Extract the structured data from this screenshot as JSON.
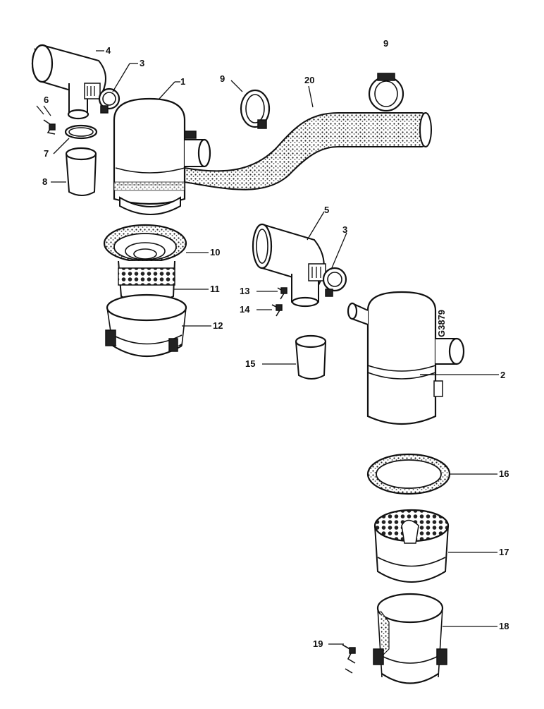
{
  "drawing": {
    "code": "G3879",
    "labels": [
      {
        "id": "1",
        "text": "1"
      },
      {
        "id": "2",
        "text": "2"
      },
      {
        "id": "3a",
        "text": "3"
      },
      {
        "id": "3b",
        "text": "3"
      },
      {
        "id": "4",
        "text": "4"
      },
      {
        "id": "5",
        "text": "5"
      },
      {
        "id": "6",
        "text": "6"
      },
      {
        "id": "7",
        "text": "7"
      },
      {
        "id": "8",
        "text": "8"
      },
      {
        "id": "9a",
        "text": "9"
      },
      {
        "id": "9b",
        "text": "9"
      },
      {
        "id": "10",
        "text": "10"
      },
      {
        "id": "11",
        "text": "11"
      },
      {
        "id": "12",
        "text": "12"
      },
      {
        "id": "13",
        "text": "13"
      },
      {
        "id": "14",
        "text": "14"
      },
      {
        "id": "15",
        "text": "15"
      },
      {
        "id": "16",
        "text": "16"
      },
      {
        "id": "17",
        "text": "17"
      },
      {
        "id": "18",
        "text": "18"
      },
      {
        "id": "19",
        "text": "19"
      },
      {
        "id": "20",
        "text": "20"
      }
    ]
  }
}
